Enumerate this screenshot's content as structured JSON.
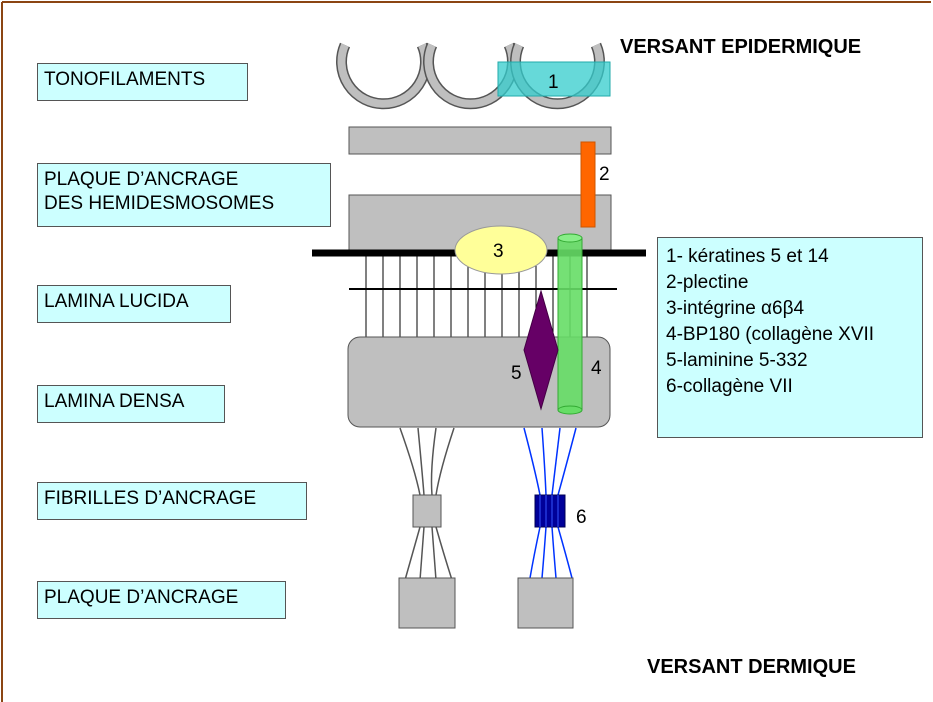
{
  "headers": {
    "top": "VERSANT EPIDERMIQUE",
    "bottom": "VERSANT DERMIQUE"
  },
  "labels": {
    "tonofilaments": "TONOFILAMENTS",
    "plaque_hemi_line1": "PLAQUE D’ANCRAGE",
    "plaque_hemi_line2": "DES HEMIDESMOSOMES",
    "lamina_lucida": "LAMINA LUCIDA",
    "lamina_densa": "LAMINA DENSA",
    "fibrilles": "FIBRILLES D’ANCRAGE",
    "plaque": "PLAQUE D’ANCRAGE"
  },
  "markers": {
    "m1": "1",
    "m2": "2",
    "m3": "3",
    "m4": "4",
    "m5": "5",
    "m6": "6"
  },
  "legend": [
    "1- kératines 5 et 14",
    "2-plectine",
    "3-intégrine α6β4",
    "4-BP180 (collagène XVII",
    "5-laminine 5-332",
    "6-collagène VII"
  ],
  "colors": {
    "frame": "#8b4513",
    "label_bg": "#ccffff",
    "keratin": "#33cccc",
    "plectin": "#ff6600",
    "integrin": "#ffff99",
    "bp180": "#66dd66",
    "laminin": "#660066",
    "collagen7": "#000099",
    "gray": "#bfbfbf"
  }
}
